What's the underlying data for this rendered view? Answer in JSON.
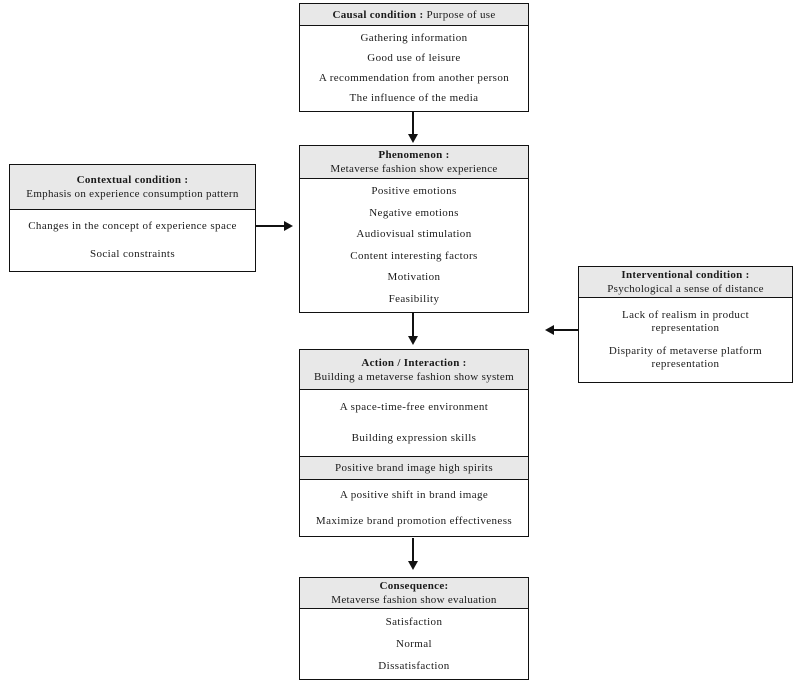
{
  "boxes": {
    "causal": {
      "header_bold": "Causal condition :",
      "header_rest": "Purpose of use",
      "items": [
        "Gathering information",
        "Good use of leisure",
        "A recommendation from another person",
        "The influence of the media"
      ]
    },
    "contextual": {
      "header_bold": "Contextual condition :",
      "header_sub": "Emphasis on experience consumption pattern",
      "items": [
        "Changes in the concept of experience space",
        "Social constraints"
      ]
    },
    "phenomenon": {
      "header_bold": "Phenomenon :",
      "header_sub": "Metaverse fashion show experience",
      "items": [
        "Positive emotions",
        "Negative emotions",
        "Audiovisual stimulation",
        "Content interesting factors",
        "Motivation",
        "Feasibility"
      ]
    },
    "interventional": {
      "header_bold": "Interventional condition :",
      "header_sub": "Psychological a sense of distance",
      "items": [
        "Lack of realism in product representation",
        "Disparity of metaverse platform representation"
      ]
    },
    "action": {
      "header_bold": "Action / Interaction :",
      "header_sub": "Building a metaverse fashion show system",
      "items_top": [
        "A space-time-free environment",
        "Building expression skills"
      ],
      "subheader": "Positive brand image high spirits",
      "items_bottom": [
        "A positive shift in brand image",
        "Maximize brand promotion effectiveness"
      ]
    },
    "consequence": {
      "header_bold": "Consequence:",
      "header_sub": "Metaverse fashion show evaluation",
      "items": [
        "Satisfaction",
        "Normal",
        "Dissatisfaction"
      ]
    }
  },
  "colors": {
    "header_background": "#e8e8e8",
    "border": "#111111",
    "text": "#1a1a1a",
    "page_background": "#ffffff"
  }
}
